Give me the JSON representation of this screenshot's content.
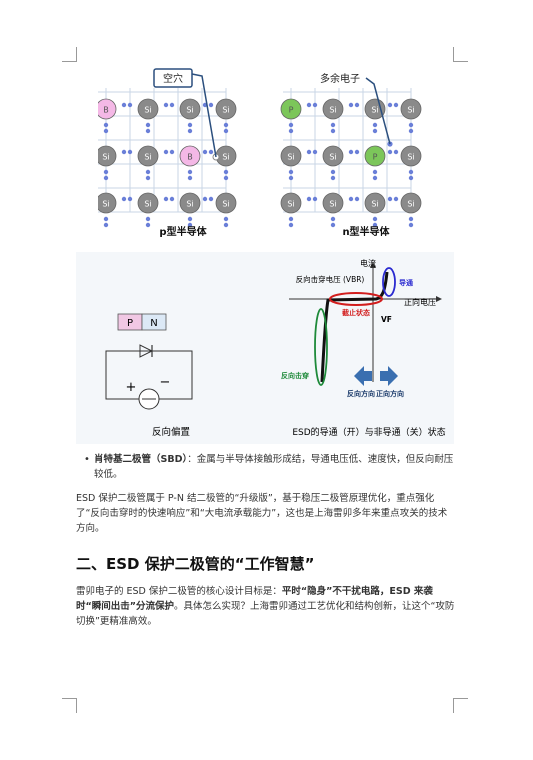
{
  "fig1": {
    "hole_label": "空穴",
    "extra_electron_label": "多余电子",
    "p_caption": "p型半导体",
    "n_caption": "n型半导体",
    "si": "Si",
    "b": "B",
    "p": "P"
  },
  "fig2": {
    "p_box": "P",
    "n_box": "N",
    "left_caption": "反向偏置",
    "plus": "+",
    "minus": "−",
    "current_label": "电流",
    "vbr_label": "反向击穿电压 (VBR)",
    "forward_voltage_label": "正向电压",
    "conduct_label": "导通",
    "cutoff_label": "截止状态",
    "vf_label": "VF",
    "breakdown_label": "反向击穿",
    "reverse_dir": "反向方向",
    "forward_dir": "正向方向",
    "right_caption": "ESD的导通（开）与非导通（关）状态"
  },
  "bullet": {
    "title": "肖特基二极管（SBD）",
    "text": "：金属与半导体接触形成结，导通电压低、速度快，但反向耐压较低。"
  },
  "para1": "ESD 保护二极管属于 P-N 结二极管的“升级版”，基于稳压二极管原理优化，重点强化了“反向击穿时的快速响应”和“大电流承载能力”，这也是上海雷卯多年来重点攻关的技术方向。",
  "heading": "二、ESD 保护二极管的“工作智慧”",
  "para2": {
    "intro": "雷卯电子的 ESD 保护二极管的核心设计目标是：",
    "bold1": "平时“隐身”不干扰电路，ESD 来袭时“瞬间出击”分流保护",
    "rest": "。具体怎么实现？上海雷卯通过工艺优化和结构创新，让这个“攻防切换”更精准高效。"
  },
  "colors": {
    "si_atom": "#8a8a8a",
    "b_atom": "#f4b8e6",
    "p_atom": "#7cc65a",
    "electron": "#6a7fd8",
    "curve": "#111111",
    "conduct_oval": "#2a2ad0",
    "cutoff_oval": "#d21e1e",
    "breakdown_oval": "#1e8a3a",
    "arrow": "#3a6fb0"
  }
}
